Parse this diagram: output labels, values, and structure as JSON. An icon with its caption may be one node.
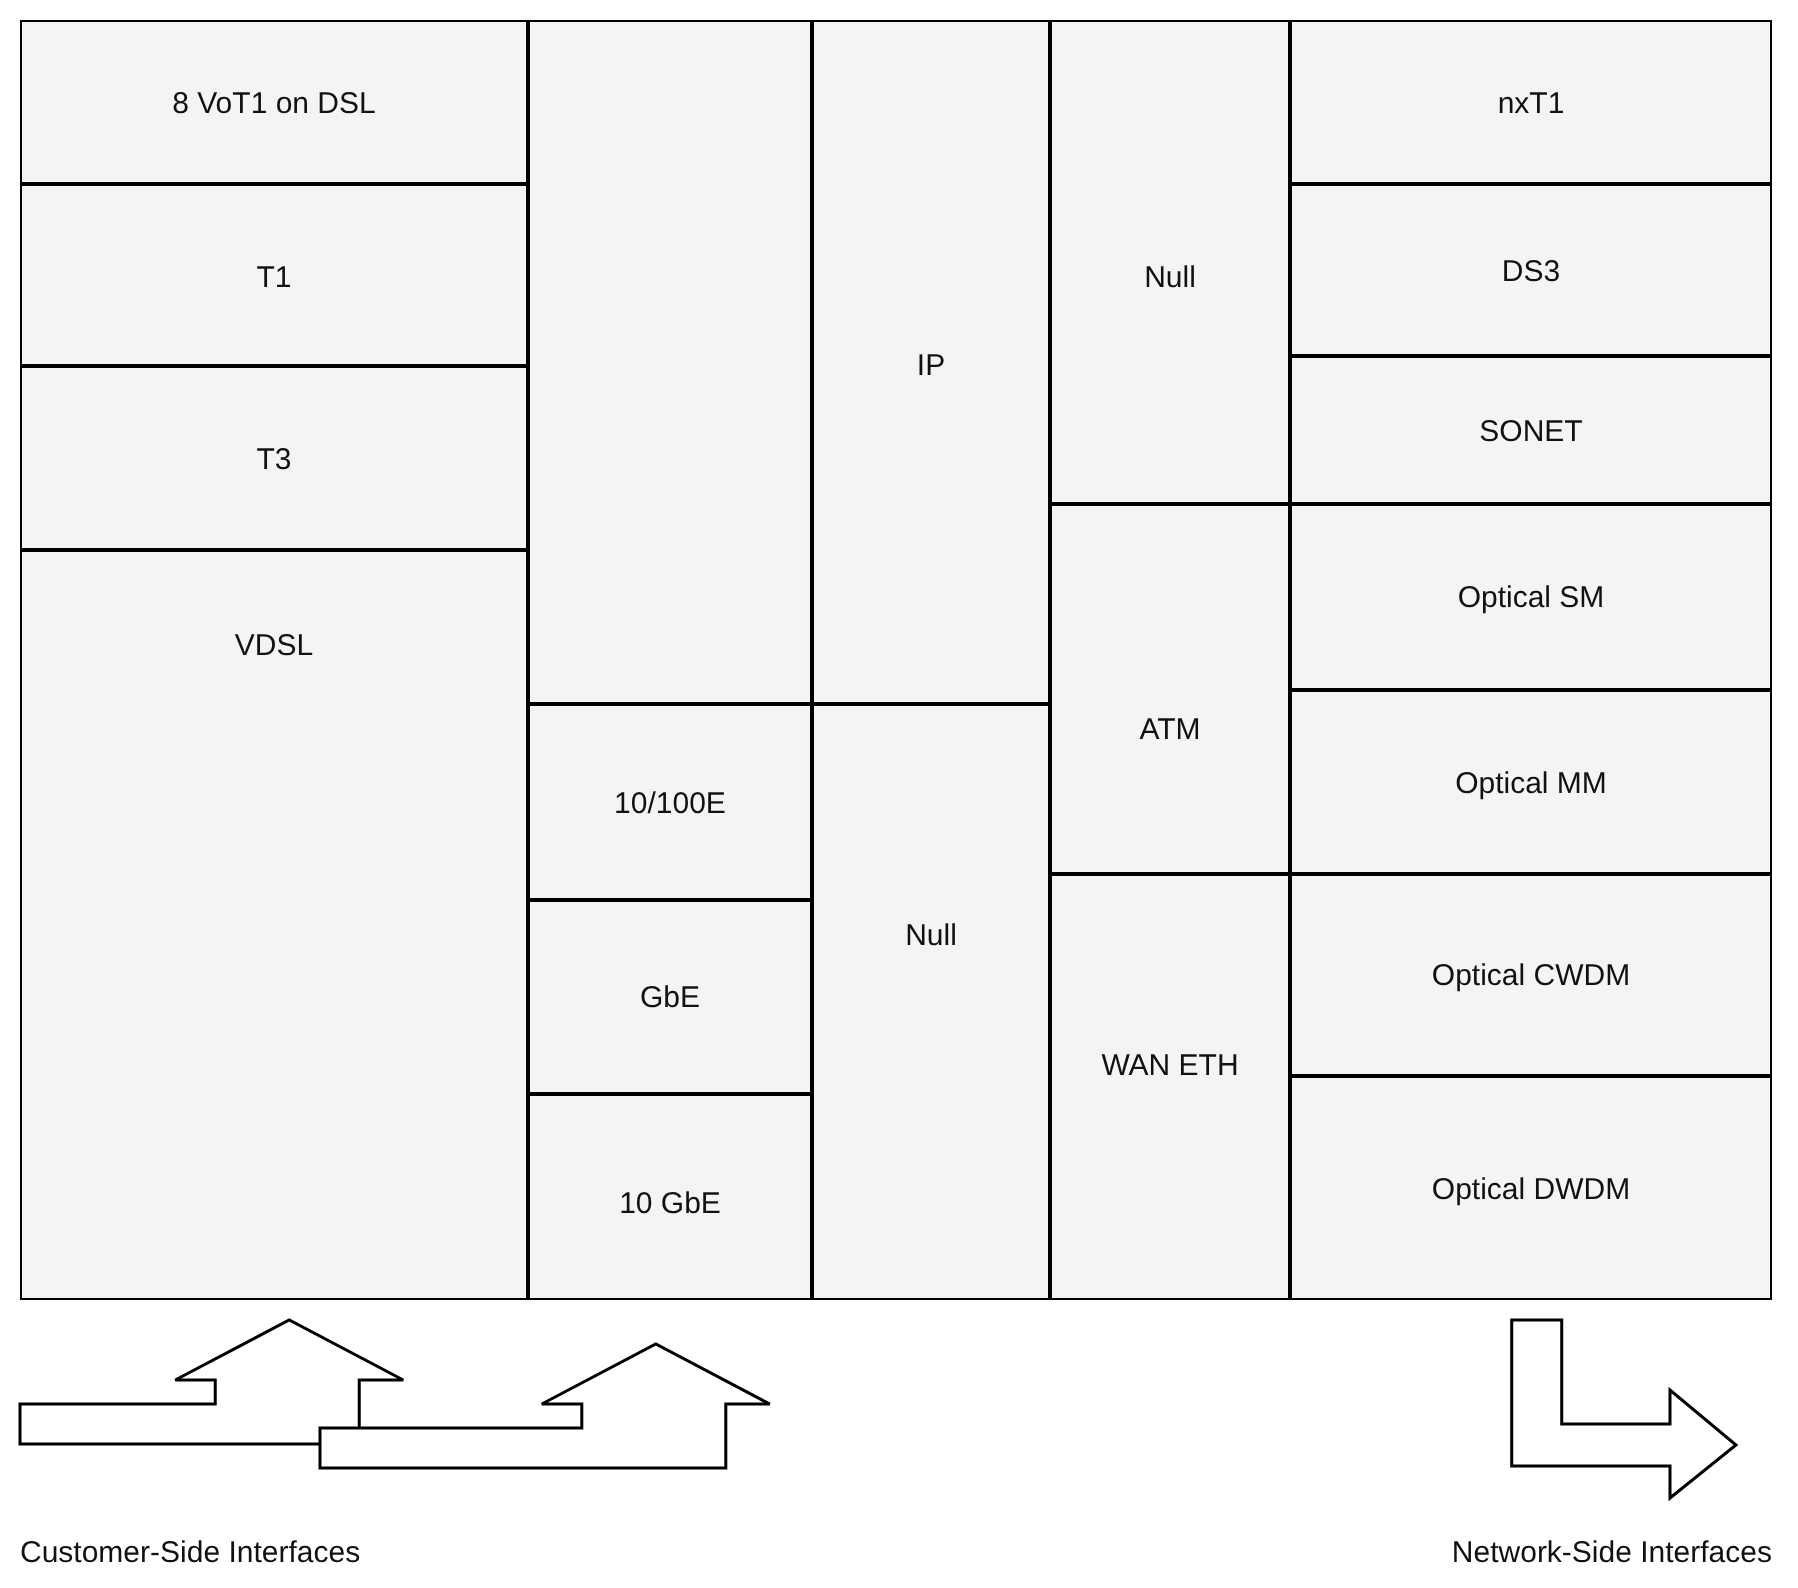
{
  "diagram": {
    "nodes": [
      {
        "text": [
          "8 VoT1 on DSL"
        ]
      },
      {
        "text": [
          "T1"
        ]
      },
      {
        "text": [
          "T3"
        ]
      },
      {
        "text": [
          "VDSL"
        ]
      },
      {
        "text": [],
        "shape": "box"
      },
      {
        "text": [
          "10/100E"
        ]
      },
      {
        "text": [
          "GbE"
        ]
      },
      {
        "text": [
          "10 GbE"
        ]
      },
      {
        "text": [
          "IP"
        ]
      },
      {
        "text": [
          "Null"
        ]
      },
      {
        "text": [
          "Null"
        ]
      },
      {
        "text": [
          "ATM"
        ]
      },
      {
        "text": [
          "WAN ETH"
        ]
      },
      {
        "text": [
          "nxT1"
        ]
      },
      {
        "text": [
          "DS3"
        ]
      },
      {
        "text": [
          "SONET"
        ]
      },
      {
        "text": [
          "Optical SM"
        ]
      },
      {
        "text": [
          "Optical MM"
        ]
      },
      {
        "text": [
          "Optical CWDM"
        ]
      },
      {
        "text": [
          "Optical DWDM"
        ]
      }
    ],
    "edges": [
      {
        "from": null,
        "to": 3,
        "arrow": "to"
      },
      {
        "from": null,
        "to": 7,
        "arrow": "to"
      },
      {
        "from": 19,
        "to": null,
        "arrow": "to"
      }
    ],
    "labels": [
      "Customer-Side Interfaces",
      "Network-Side Interfaces"
    ]
  }
}
